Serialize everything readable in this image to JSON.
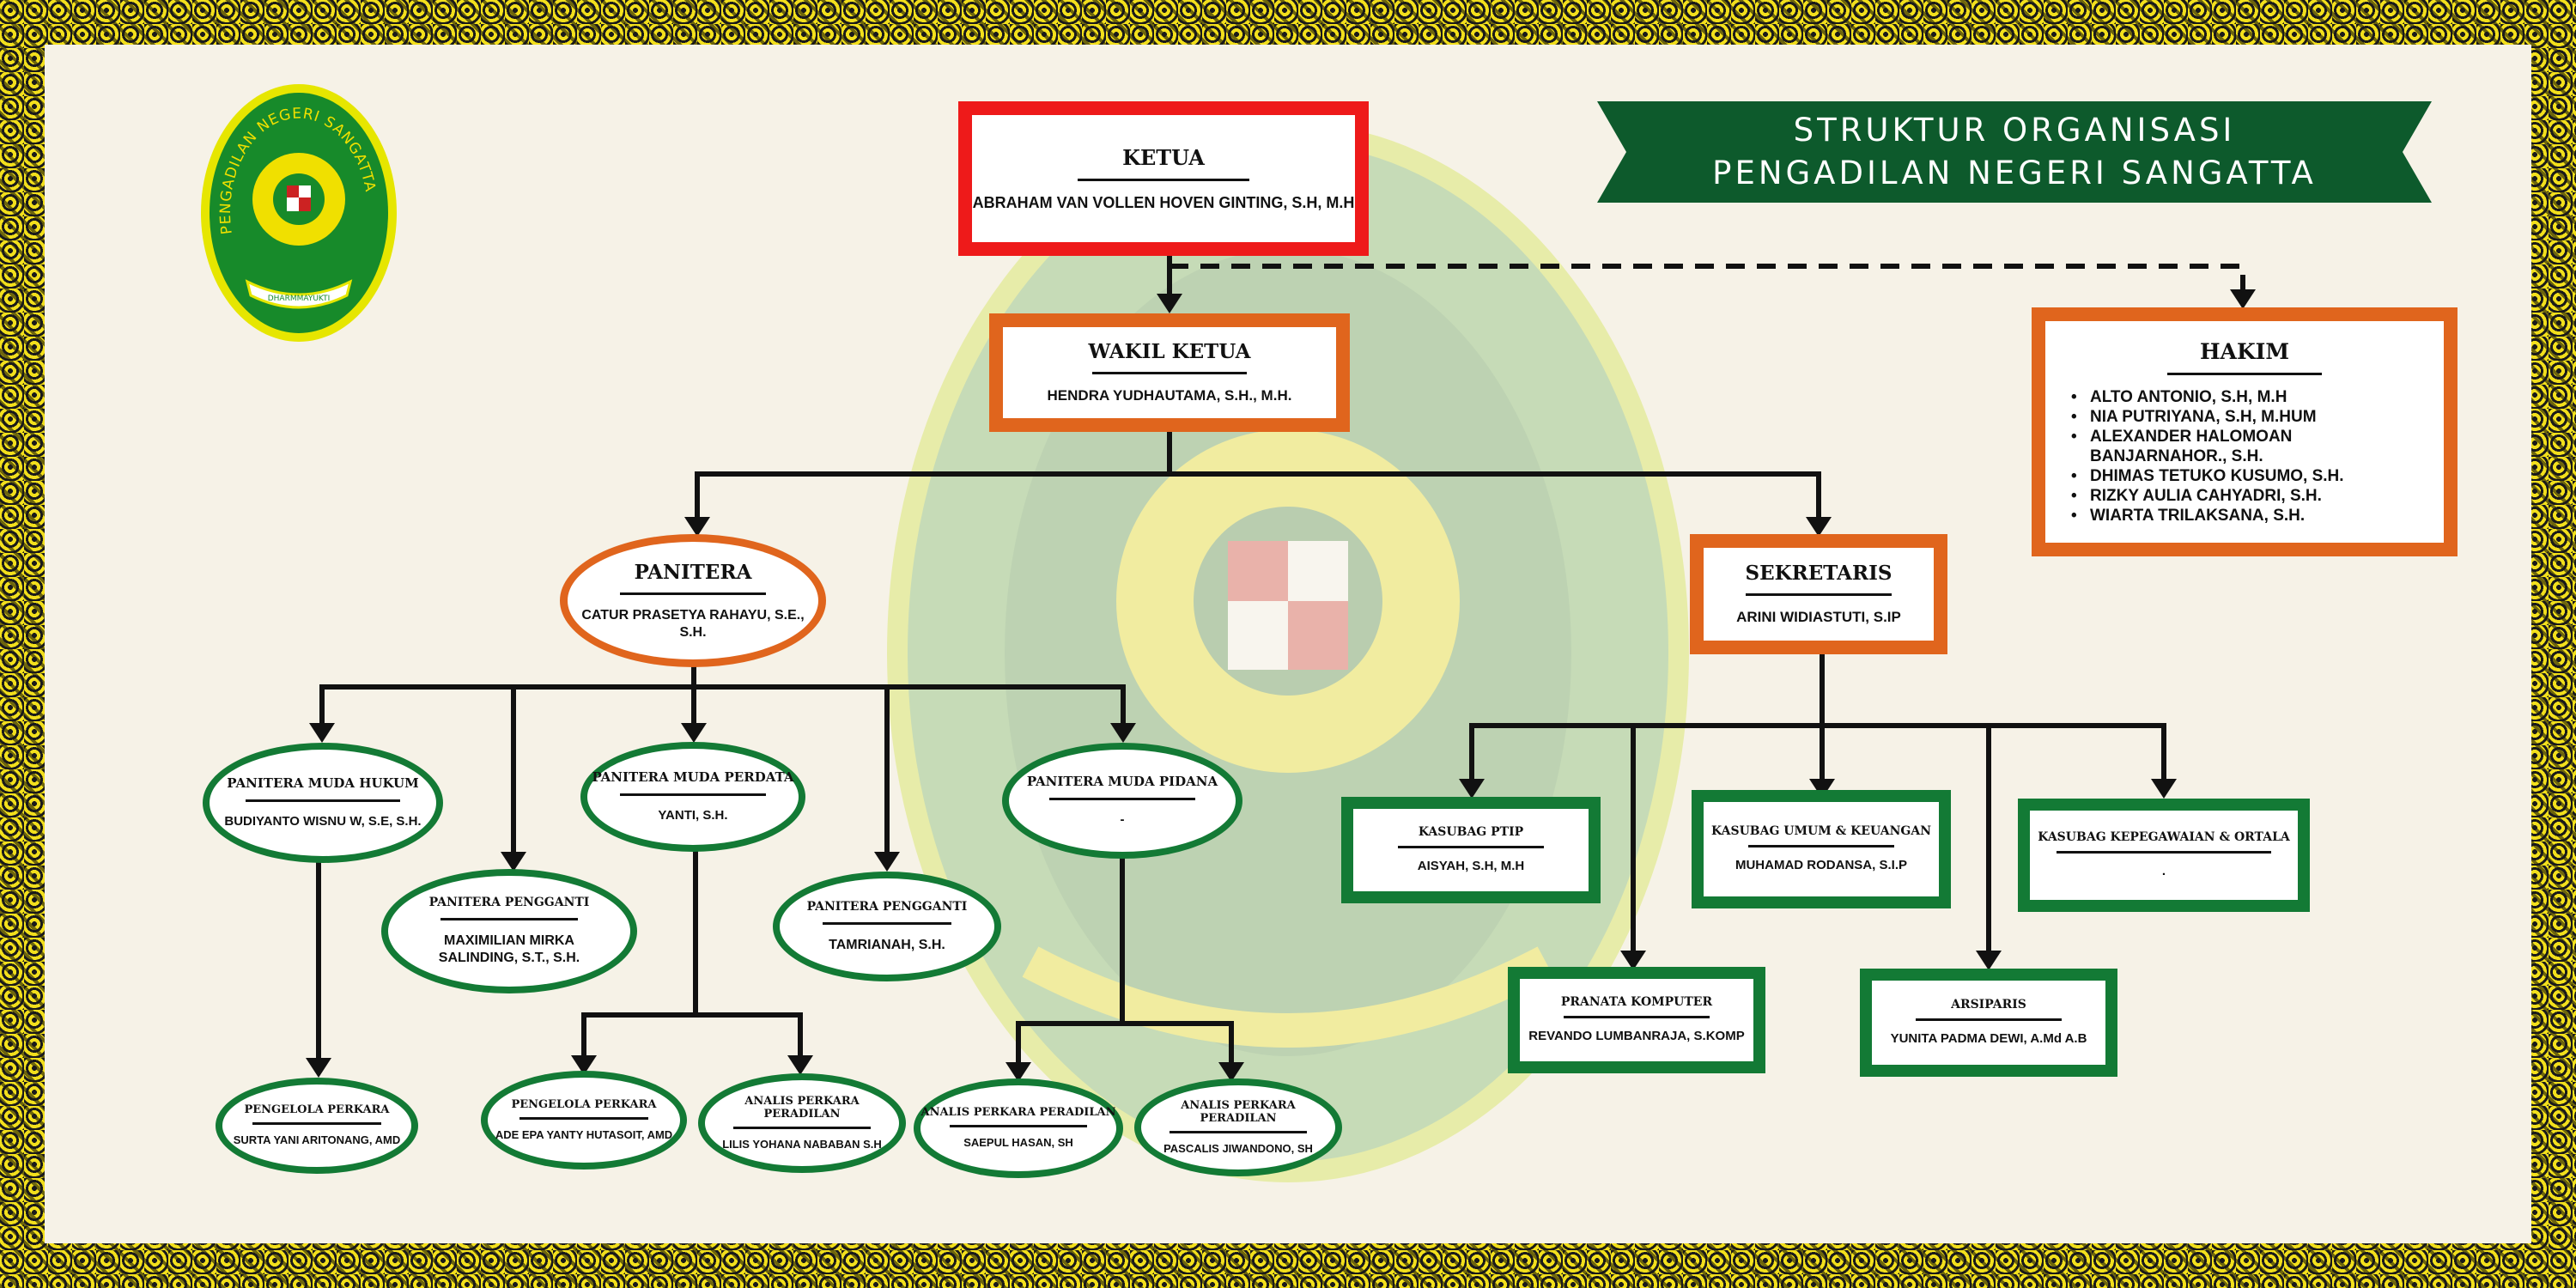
{
  "colors": {
    "red": "#ee1a1a",
    "orange": "#e0651d",
    "green": "#137a35",
    "banner": "#0d5a2c",
    "frame": "#f2df1c",
    "background": "#f6f2e7"
  },
  "logo": {
    "arc_text": "PENGADILAN NEGERI SANGATTA",
    "ribbon_text": "DHARMMAYUKTI"
  },
  "banner": {
    "line1": "STRUKTUR ORGANISASI",
    "line2": "PENGADILAN NEGERI SANGATTA"
  },
  "ketua": {
    "title": "KETUA",
    "name": "ABRAHAM VAN VOLLEN HOVEN GINTING, S.H, M.H"
  },
  "wakil": {
    "title": "WAKIL KETUA",
    "name": "HENDRA YUDHAUTAMA, S.H., M.H."
  },
  "hakim": {
    "title": "HAKIM",
    "members": [
      "ALTO ANTONIO, S.H, M.H",
      "NIA PUTRIYANA, S.H, M.HUM",
      "ALEXANDER HALOMOAN BANJARNAHOR., S.H.",
      "DHIMAS TETUKO KUSUMO, S.H.",
      "RIZKY AULIA CAHYADRI, S.H.",
      "WIARTA TRILAKSANA, S.H."
    ]
  },
  "panitera": {
    "title": "PANITERA",
    "name": "CATUR PRASETYA RAHAYU, S.E., S.H."
  },
  "sekretaris": {
    "title": "SEKRETARIS",
    "name": "ARINI WIDIASTUTI, S.IP"
  },
  "pm_hukum": {
    "title": "PANITERA MUDA HUKUM",
    "name": "BUDIYANTO WISNU W, S.E, S.H."
  },
  "pp1": {
    "title": "PANITERA PENGGANTI",
    "name": "MAXIMILIAN MIRKA SALINDING, S.T., S.H."
  },
  "pm_perdata": {
    "title": "PANITERA MUDA PERDATA",
    "name": "YANTI, S.H."
  },
  "pp2": {
    "title": "PANITERA PENGGANTI",
    "name": "TAMRIANAH, S.H."
  },
  "pm_pidana": {
    "title": "PANITERA MUDA PIDANA",
    "name": "-"
  },
  "pengelola1": {
    "title": "PENGELOLA PERKARA",
    "name": "SURTA YANI ARITONANG, AMD"
  },
  "pengelola2": {
    "title": "PENGELOLA PERKARA",
    "name": "ADE EPA YANTY HUTASOIT, AMD"
  },
  "analis1": {
    "title": "ANALIS PERKARA PERADILAN",
    "name": "LILIS YOHANA NABABAN S.H"
  },
  "analis2": {
    "title": "ANALIS PERKARA PERADILAN",
    "name": "SAEPUL HASAN, SH"
  },
  "analis3": {
    "title": "ANALIS PERKARA PERADILAN",
    "name": "PASCALIS JIWANDONO, SH"
  },
  "ptip": {
    "title": "KASUBAG PTIP",
    "name": "AISYAH, S.H, M.H"
  },
  "umum": {
    "title": "KASUBAG UMUM & KEUANGAN",
    "name": "MUHAMAD RODANSA, S.I.P"
  },
  "kepeg": {
    "title": "KASUBAG KEPEGAWAIAN & ORTALA",
    "name": "."
  },
  "pranata": {
    "title": "PRANATA KOMPUTER",
    "name": "REVANDO LUMBANRAJA, S.KOMP"
  },
  "arsiparis": {
    "title": "ARSIPARIS",
    "name": "YUNITA PADMA DEWI, A.Md A.B"
  }
}
